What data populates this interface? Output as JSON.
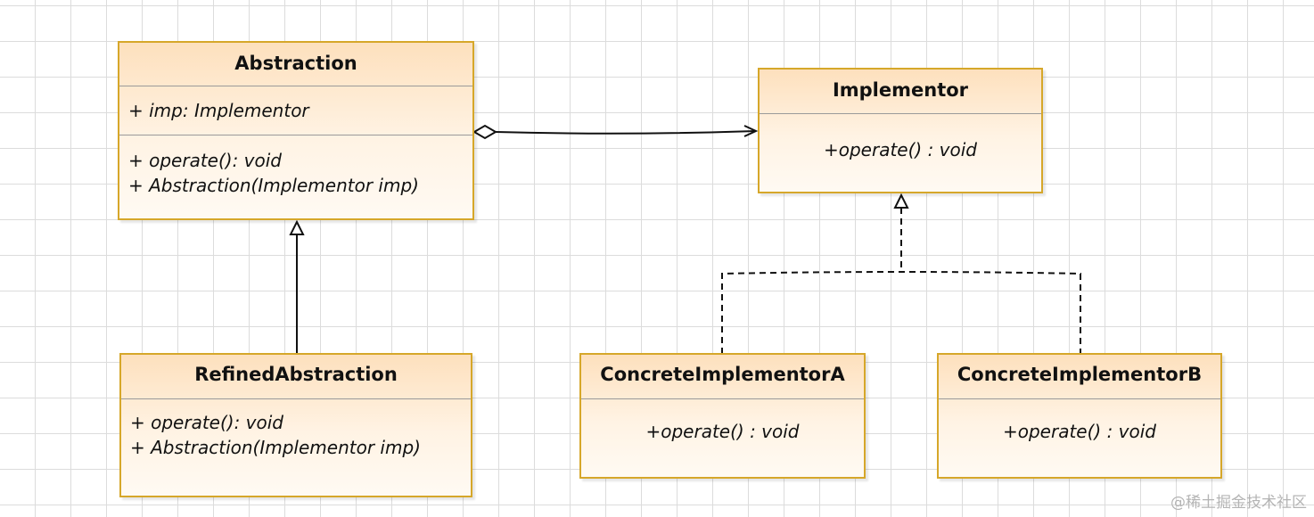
{
  "classes": {
    "abstraction": {
      "name": "Abstraction",
      "attributes": [
        "+ imp: Implementor"
      ],
      "operations": [
        "+ operate(): void",
        "+ Abstraction(Implementor imp)"
      ]
    },
    "implementor": {
      "name": "Implementor",
      "operations": [
        "+operate() : void"
      ]
    },
    "refined_abstraction": {
      "name": "RefinedAbstraction",
      "operations": [
        "+ operate(): void",
        "+ Abstraction(Implementor imp)"
      ]
    },
    "concrete_a": {
      "name": "ConcreteImplementorA",
      "operations": [
        "+operate() : void"
      ]
    },
    "concrete_b": {
      "name": "ConcreteImplementorB",
      "operations": [
        "+operate() : void"
      ]
    }
  },
  "relations": [
    {
      "type": "aggregation",
      "from": "Abstraction",
      "to": "Implementor"
    },
    {
      "type": "generalization",
      "from": "RefinedAbstraction",
      "to": "Abstraction"
    },
    {
      "type": "realization",
      "from": "ConcreteImplementorA",
      "to": "Implementor"
    },
    {
      "type": "realization",
      "from": "ConcreteImplementorB",
      "to": "Implementor"
    }
  ],
  "watermark": "@稀土掘金技术社区",
  "colors": {
    "class_border": "#d6a72a",
    "class_fill_top": "#fde0bd",
    "class_fill_bottom": "#fffaf3",
    "line": "#111111",
    "grid": "#dcdcdc"
  }
}
